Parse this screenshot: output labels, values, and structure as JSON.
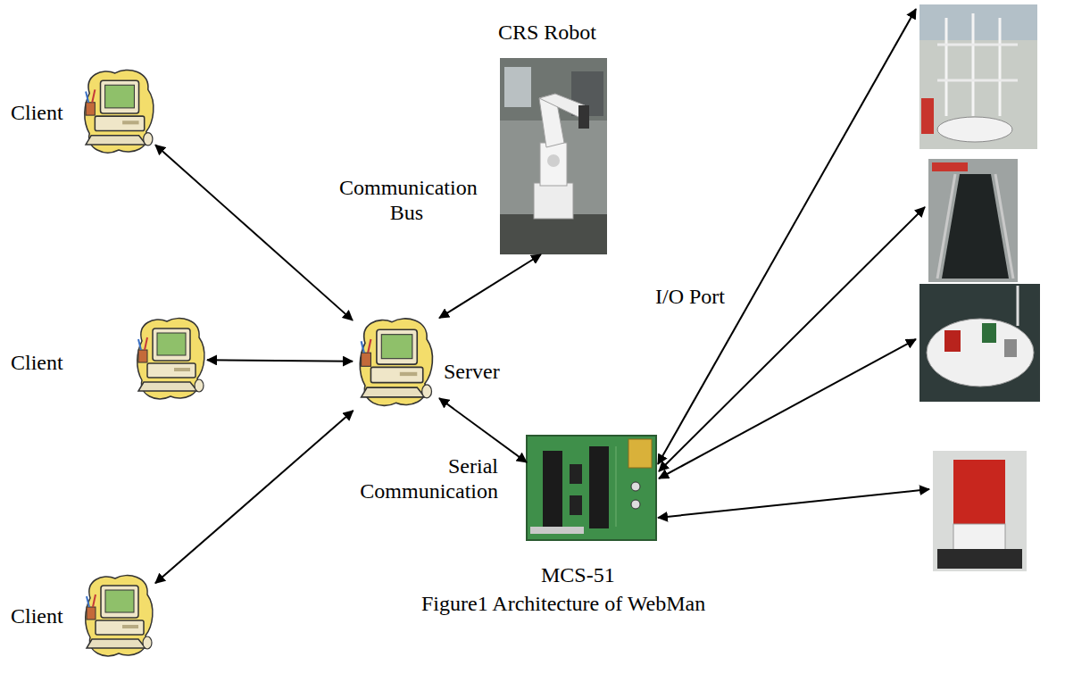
{
  "diagram": {
    "caption": "Figure1 Architecture of WebMan",
    "nodes": [
      {
        "text": [
          "Client"
        ]
      },
      {
        "text": [
          "Client"
        ]
      },
      {
        "text": [
          "Client"
        ]
      },
      {
        "text": [
          "Server"
        ]
      },
      {
        "text": [
          "CRS Robot"
        ]
      },
      {
        "text": [
          "MCS-51"
        ]
      }
    ],
    "edges": [
      {
        "from": 0,
        "to": 3,
        "arrow": "both"
      },
      {
        "from": 1,
        "to": 3,
        "arrow": "both"
      },
      {
        "from": 2,
        "to": 3,
        "arrow": "both"
      },
      {
        "from": 3,
        "to": 4,
        "label": "Communication Bus",
        "arrow": "both"
      },
      {
        "from": 3,
        "to": 5,
        "label": "Serial Communication",
        "arrow": "both"
      }
    ],
    "labels": [
      "I/O Port"
    ]
  }
}
